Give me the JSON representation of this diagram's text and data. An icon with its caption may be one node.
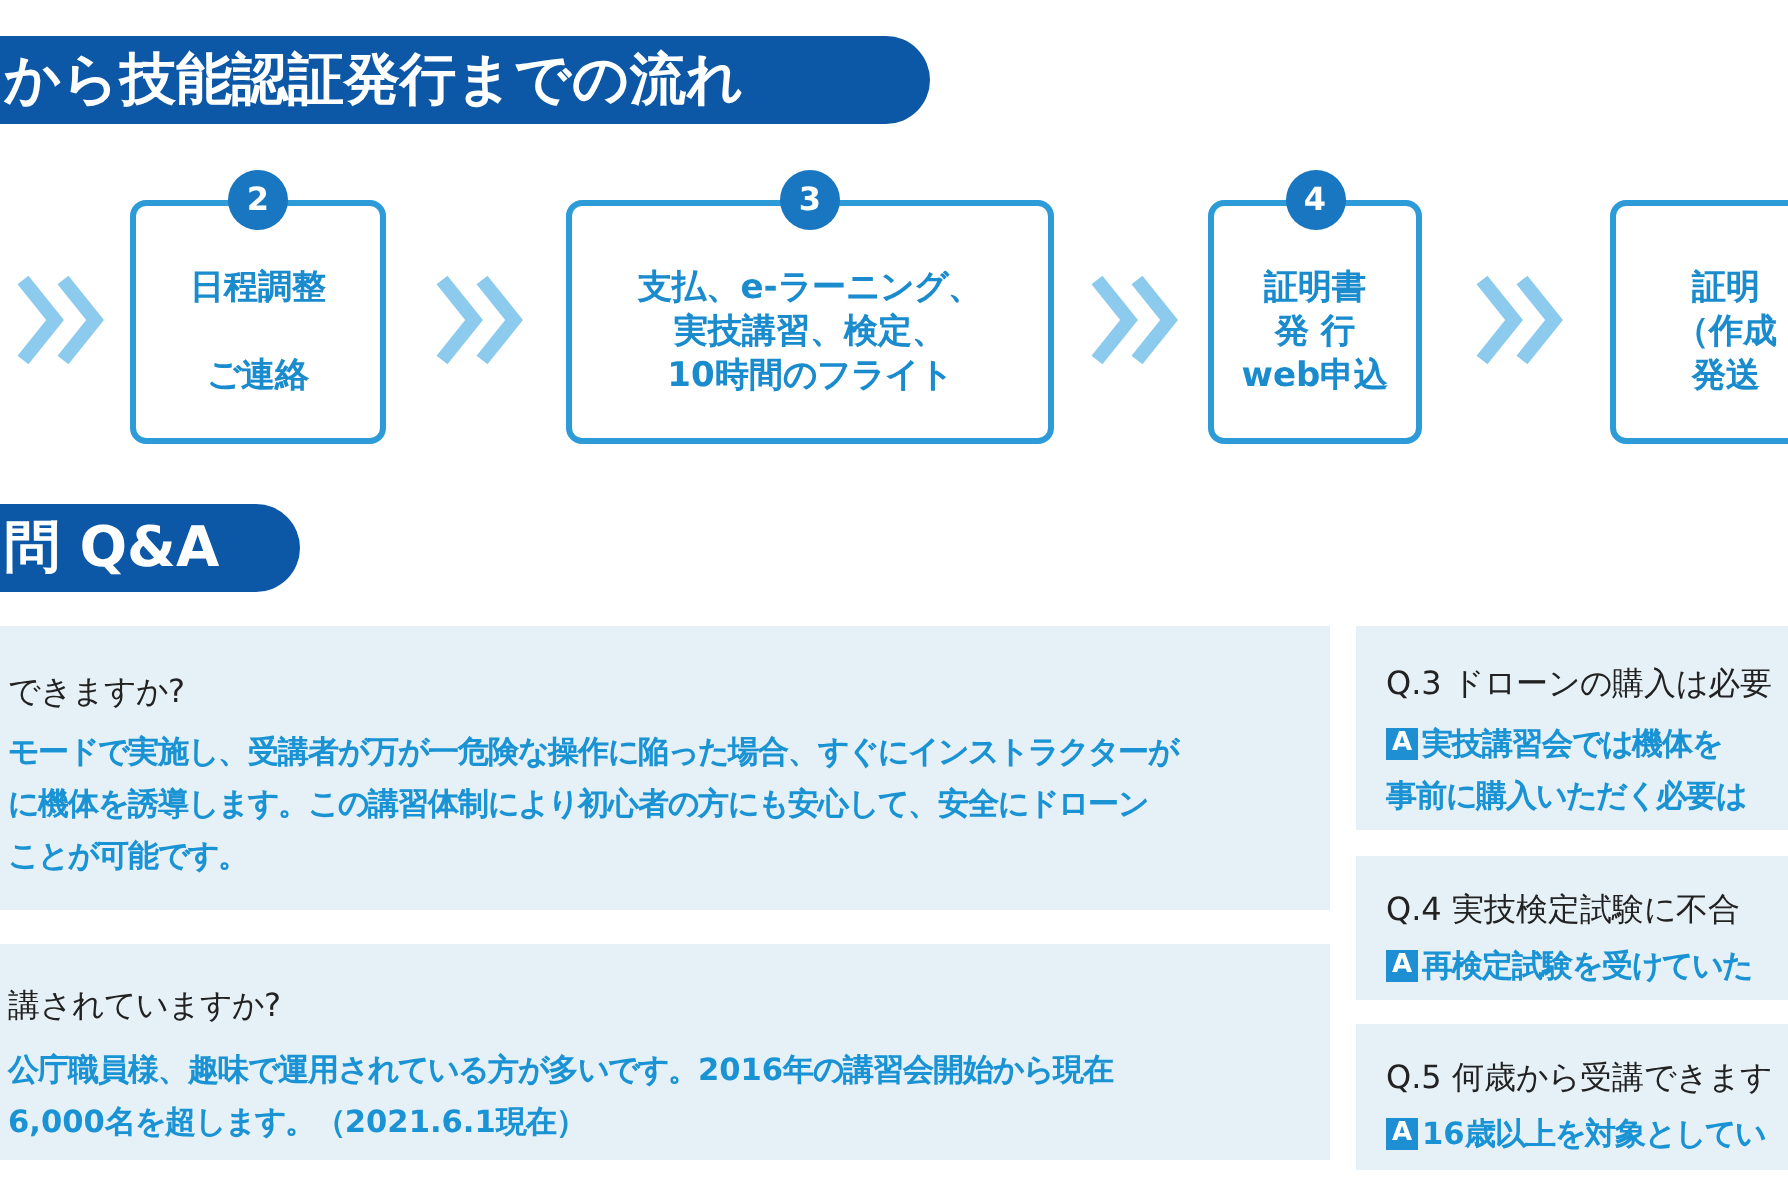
{
  "diagram": {
    "nodes": [
      {
        "text": [
          "から技能認証発行までの流れ"
        ]
      },
      {
        "text": [
          "2",
          "日程調整",
          "ご連絡"
        ]
      },
      {
        "text": [
          "3",
          "支払、e-ラーニング、",
          "実技講習、検定、",
          "10時間のフライト"
        ]
      },
      {
        "text": [
          "4",
          "証明書",
          "発 行",
          "web申込"
        ]
      },
      {
        "text": [
          "証明",
          "（作成",
          "発送"
        ]
      },
      {
        "text": [
          "問 Q&A"
        ]
      },
      {
        "text": [
          "できますか?",
          "モードで実施し、受講者が万が一危険な操作に陥った場合、すぐにインストラクターがに機体を誘導します。この講習体制により初心者の方にも安心して、安全にドローンことが可能です。"
        ]
      },
      {
        "text": [
          "講されていますか?",
          "公庁職員様、趣味で運用されている方が多いです。2016年の講習会開始から現在6,000名を超します。（2021.6.1現在）"
        ]
      },
      {
        "text": [
          "Q.3 ドローンの購入は必要",
          "A",
          "実技講習会では機体を事前に購入いただく必要は"
        ]
      },
      {
        "text": [
          "Q.4 実技検定試験に不合",
          "A",
          "再検定試験を受けていた"
        ]
      },
      {
        "text": [
          "Q.5 何歳から受講できます",
          "A",
          "16歳以上を対象としてい"
        ]
      }
    ],
    "edges": [
      {
        "from": null,
        "to": 1,
        "arrow": "to"
      },
      {
        "from": 1,
        "to": 2,
        "arrow": "to"
      },
      {
        "from": 2,
        "to": 3,
        "arrow": "to"
      },
      {
        "from": 3,
        "to": 4,
        "arrow": "to"
      }
    ]
  }
}
